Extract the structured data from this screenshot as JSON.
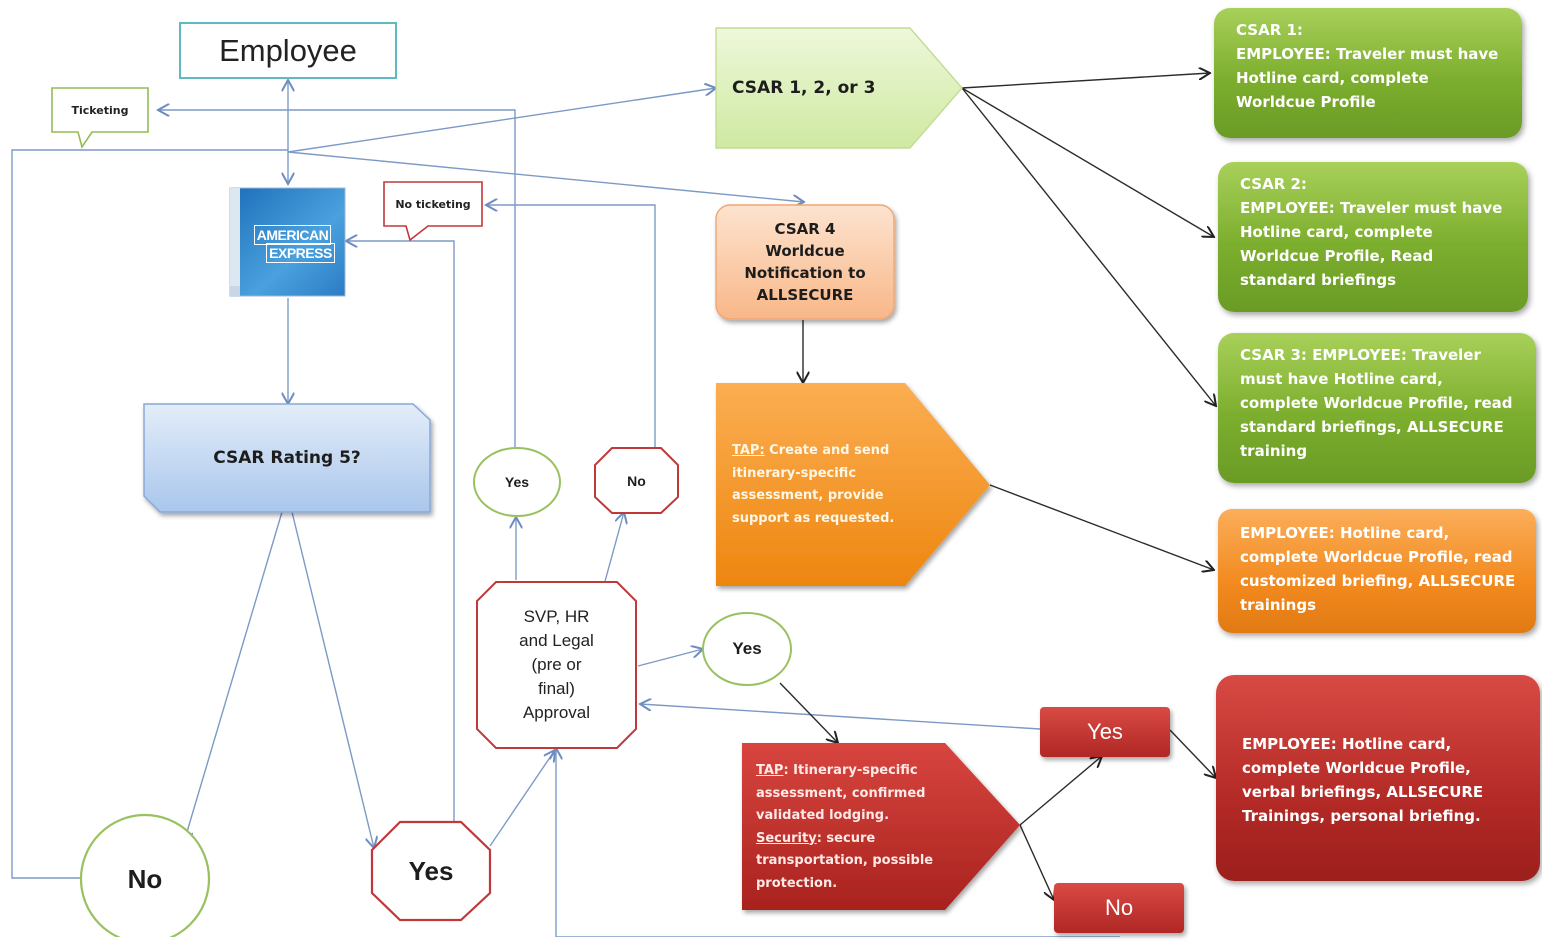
{
  "nodes": {
    "employee": "Employee",
    "ticketing": "Ticketing",
    "no_ticketing": "No ticketing",
    "csar_123": "CSAR 1, 2, or 3",
    "csar_4": "CSAR 4\nWorldcue\nNotification to\nALLSECURE",
    "csar_rating": "CSAR Rating 5?",
    "yes_small": "Yes",
    "no_small": "No",
    "approval": "SVP, HR\nand Legal\n(pre or\nfinal)\nApproval",
    "yes_circle": "Yes",
    "no_big": "No",
    "yes_oct": "Yes",
    "yes_red": "Yes",
    "no_red": "No",
    "amex": {
      "line1": "AMERICAN",
      "line2": "EXPRESS"
    }
  },
  "tap_orange": {
    "tap": "TAP:",
    "text": "  Create and send itinerary-specific assessment,  provide support as requested."
  },
  "tap_red": {
    "tap": "TAP",
    "text1": ": Itinerary-specific assessment, confirmed validated lodging.",
    "security": "Security",
    "text2": ": secure transportation, possible protection."
  },
  "green_boxes": [
    "CSAR 1:\nEMPLOYEE: Traveler must have Hotline card, complete Worldcue Profile",
    "CSAR 2:\nEMPLOYEE: Traveler must have Hotline card, complete Worldcue Profile, Read standard briefings",
    "CSAR 3: EMPLOYEE: Traveler must have Hotline card, complete Worldcue Profile, read standard briefings, ALLSECURE training"
  ],
  "orange_box": "EMPLOYEE: Hotline card, complete Worldcue Profile, read customized briefing, ALLSECURE trainings",
  "red_box": "EMPLOYEE: Hotline card, complete Worldcue Profile, verbal briefings, ALLSECURE Trainings, personal briefing.",
  "colors": {
    "connector_blue": "#7d99c6",
    "connector_dark": "#2b2b2b",
    "green": "#7cae2e",
    "orange": "#f28a1f",
    "red": "#b42a26",
    "teal_border": "#5fb8c2",
    "amex_blue": "#2f7fc8"
  }
}
